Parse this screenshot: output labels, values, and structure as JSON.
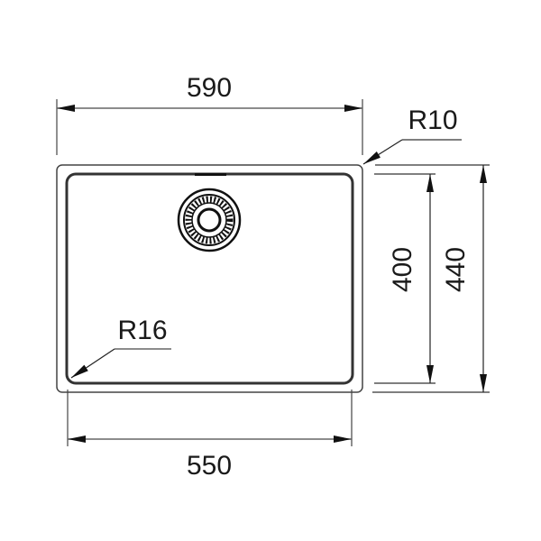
{
  "diagram": {
    "type": "sink-technical-drawing",
    "units": "mm",
    "colors": {
      "line": "#1a1a1a",
      "dim_line": "#555555",
      "background": "#ffffff"
    },
    "dimensions": {
      "outer_width": "590",
      "inner_width": "550",
      "inner_height": "400",
      "outer_height": "440",
      "outer_corner_radius": "R10",
      "inner_corner_radius": "R16"
    },
    "features": {
      "drain": "strainer-waste",
      "overflow_slot": "rear-overflow"
    }
  }
}
